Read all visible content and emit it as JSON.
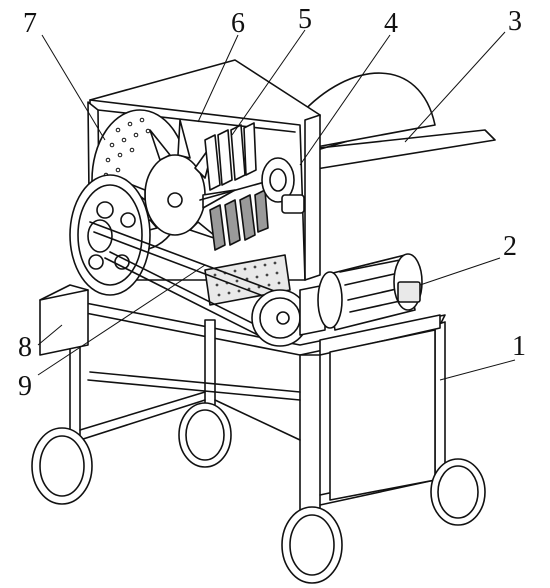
{
  "figure": {
    "callouts": [
      "1",
      "2",
      "3",
      "4",
      "5",
      "6",
      "7",
      "8",
      "9"
    ]
  }
}
